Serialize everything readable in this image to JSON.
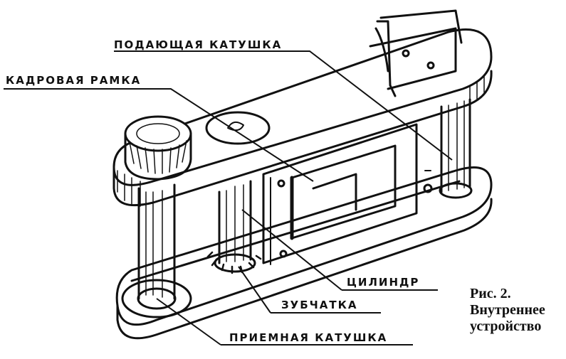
{
  "labels": {
    "feed_spool": "ПОДАЮЩАЯ КАТУШКА",
    "frame": "КАДРОВАЯ РАМКА",
    "cylinder": "ЦИЛИНДР",
    "sprocket": "ЗУБЧАТКА",
    "takeup_spool": "ПРИЕМНАЯ КАТУШКА"
  },
  "caption": {
    "line1": "Рис. 2.",
    "line2": "Внутреннее",
    "line3": "устройство"
  }
}
